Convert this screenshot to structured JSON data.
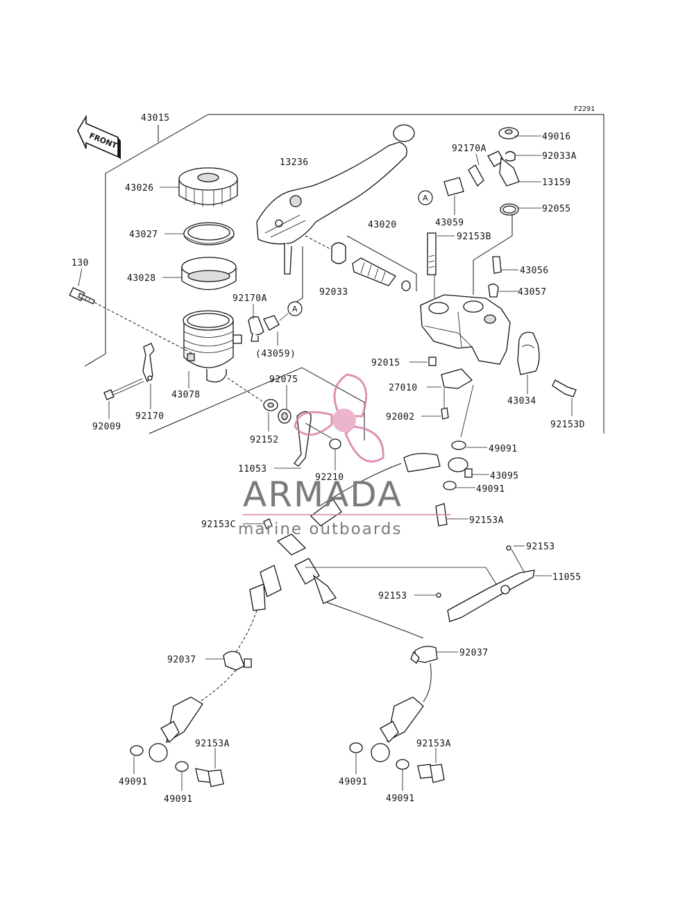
{
  "diagram": {
    "code": "F2291",
    "front_label": "FRONT",
    "ref_marker": "A",
    "labels": {
      "l43015": "43015",
      "l13236": "13236",
      "l43026": "43026",
      "l43027": "43027",
      "l43028": "43028",
      "l130": "130",
      "l92170A_left": "92170A",
      "l43059_paren": "(43059)",
      "l43078": "43078",
      "l92009": "92009",
      "l92170": "92170",
      "l92075": "92075",
      "l92152": "92152",
      "l11053": "11053",
      "l92210": "92210",
      "l43020": "43020",
      "l92033": "92033",
      "l92170A_right": "92170A",
      "l43059": "43059",
      "l92153B": "92153B",
      "l49016": "49016",
      "l92033A": "92033A",
      "l13159": "13159",
      "l92055": "92055",
      "l43056": "43056",
      "l43057": "43057",
      "l92015": "92015",
      "l27010": "27010",
      "l92002": "92002",
      "l43034": "43034",
      "l92153D": "92153D",
      "l49091_a": "49091",
      "l43095": "43095",
      "l49091_b": "49091",
      "l92153A_a": "92153A",
      "l92153C": "92153C",
      "l92153_a": "92153",
      "l11055": "11055",
      "l92153_b": "92153",
      "l92037_left": "92037",
      "l92037_right": "92037",
      "l92153A_left": "92153A",
      "l49091_ll": "49091",
      "l49091_lb": "49091",
      "l92153A_right": "92153A",
      "l49091_rl": "49091",
      "l49091_rb": "49091"
    }
  },
  "watermark": {
    "brand": "ARMADA",
    "tagline": "marine outboards",
    "accent_color": "#d67fa8",
    "text_color": "#7a7a7a"
  }
}
